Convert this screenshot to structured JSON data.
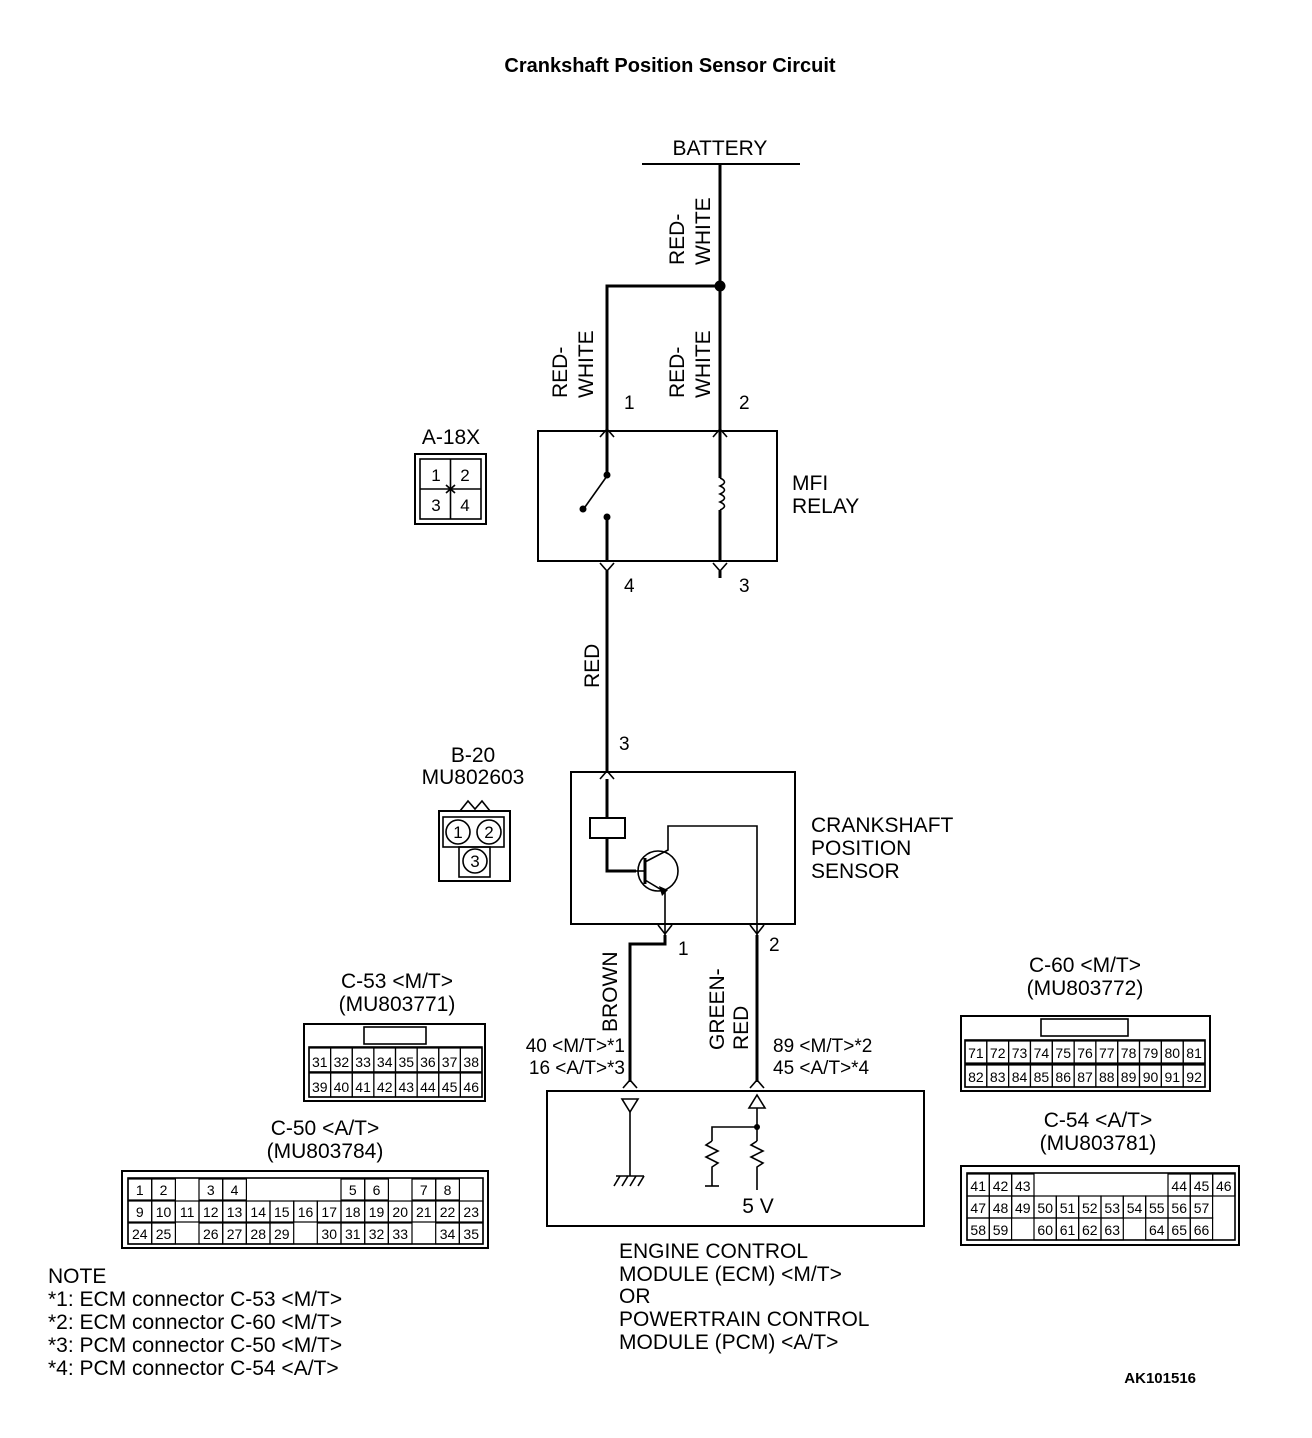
{
  "title": "Crankshaft Position Sensor Circuit",
  "battery": "BATTERY",
  "wires": {
    "red_white": [
      "RED-",
      "WHITE"
    ],
    "red": "RED",
    "brown": "BROWN",
    "green_red": [
      "GREEN-",
      "RED"
    ]
  },
  "relay": {
    "label": [
      "MFI",
      "RELAY"
    ],
    "connector": "A-18X",
    "pins": [
      "1",
      "2",
      "3",
      "4"
    ],
    "terminal_pins": {
      "p1": "1",
      "p2": "2",
      "p3": "3",
      "p4": "4"
    }
  },
  "sensor": {
    "label": [
      "CRANKSHAFT",
      "POSITION",
      "SENSOR"
    ],
    "connector": "B-20",
    "part_no": "MU802603",
    "pins": [
      "1",
      "2",
      "3"
    ],
    "terminal_pins": {
      "p1": "1",
      "p2": "2",
      "p3": "3"
    }
  },
  "ecm_terminals": {
    "brown": [
      "40 <M/T>*1",
      "16 <A/T>*3"
    ],
    "green_red": [
      "89 <M/T>*2",
      "45 <A/T>*4"
    ]
  },
  "ecm": {
    "voltage": "5 V",
    "label": [
      "ENGINE CONTROL",
      "MODULE (ECM) <M/T>",
      "OR",
      "POWERTRAIN CONTROL",
      "MODULE (PCM) <A/T>"
    ]
  },
  "connectors": {
    "c53": {
      "name": "C-53 <M/T>",
      "part": "(MU803771)",
      "rows": [
        [
          "31",
          "32",
          "33",
          "34",
          "35",
          "36",
          "37",
          "38"
        ],
        [
          "39",
          "40",
          "41",
          "42",
          "43",
          "44",
          "45",
          "46"
        ]
      ]
    },
    "c60": {
      "name": "C-60 <M/T>",
      "part": "(MU803772)",
      "rows": [
        [
          "71",
          "72",
          "73",
          "74",
          "75",
          "76",
          "77",
          "78",
          "79",
          "80",
          "81"
        ],
        [
          "82",
          "83",
          "84",
          "85",
          "86",
          "87",
          "88",
          "89",
          "90",
          "91",
          "92"
        ]
      ]
    },
    "c50": {
      "name": "C-50 <A/T>",
      "part": "(MU803784)",
      "rows": [
        [
          "1",
          "2",
          "",
          "3",
          "4",
          "",
          "",
          "",
          "",
          "5",
          "6",
          "",
          "7",
          "8"
        ],
        [
          "9",
          "10",
          "11",
          "12",
          "13",
          "14",
          "15",
          "16",
          "17",
          "18",
          "19",
          "20",
          "21",
          "22",
          "23"
        ],
        [
          "24",
          "25",
          "",
          "26",
          "27",
          "28",
          "29",
          "",
          "30",
          "31",
          "32",
          "33",
          "",
          "34",
          "35"
        ]
      ]
    },
    "c54": {
      "name": "C-54 <A/T>",
      "part": "(MU803781)",
      "rows": [
        [
          "41",
          "42",
          "43",
          "",
          "",
          "",
          "",
          "",
          "",
          "44",
          "45",
          "46"
        ],
        [
          "47",
          "48",
          "49",
          "50",
          "51",
          "52",
          "53",
          "54",
          "55",
          "56",
          "57"
        ],
        [
          "58",
          "59",
          "",
          "60",
          "61",
          "62",
          "63",
          "",
          "64",
          "65",
          "66"
        ]
      ]
    }
  },
  "note": {
    "heading": "NOTE",
    "lines": [
      "*1: ECM connector C-53 <M/T>",
      "*2: ECM connector C-60 <M/T>",
      "*3: PCM connector C-50 <M/T>",
      "*4: PCM connector C-54 <A/T>"
    ]
  },
  "code": "AK101516"
}
